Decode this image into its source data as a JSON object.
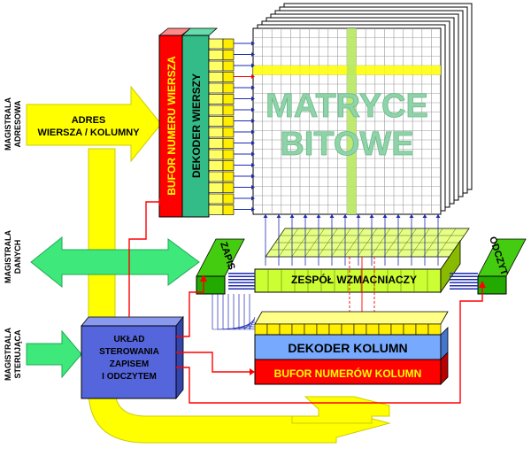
{
  "labels": {
    "bus_address": [
      "MAGISTRALA",
      "ADRESOWA"
    ],
    "bus_data": [
      "MAGISTRALA",
      "DANYCH"
    ],
    "bus_control": [
      "MAGISTRALA",
      "STERUJĄCA"
    ],
    "address_arrow": [
      "ADRES",
      "WIERSZA / KOLUMNY"
    ],
    "row_buffer": "BUFOR NUMERU WIERSZA",
    "row_decoder": "DEKODER WIERSZY",
    "matrix": [
      "MATRYCE",
      "BITOWE"
    ],
    "write": "ZAPIS",
    "read": "ODCZYT",
    "sense_amps": "ZESPÓŁ WZMACNIACZY",
    "control_unit": [
      "UKŁAD",
      "STEROWANIA",
      "ZAPISEM",
      "I ODCZYTEM"
    ],
    "column_decoder": "DEKODER KOLUMN",
    "column_buffer": "BUFOR NUMERÓW KOLUMN"
  },
  "colors": {
    "bus_yellow": "#ffff00",
    "bus_green": "#3ee87a",
    "row_buffer_red": "#ff0000",
    "row_decoder_teal": "#33bb88",
    "matrix_text": "#8fd4a8",
    "module_green": "#22aa00",
    "amp_lime": "#ccff33",
    "control_blue": "#5566dd",
    "col_decoder_blue": "#77aaff",
    "col_buffer_red": "#ff0000",
    "signal_red": "#ff0000",
    "line_blue": "#1e2ab0"
  }
}
